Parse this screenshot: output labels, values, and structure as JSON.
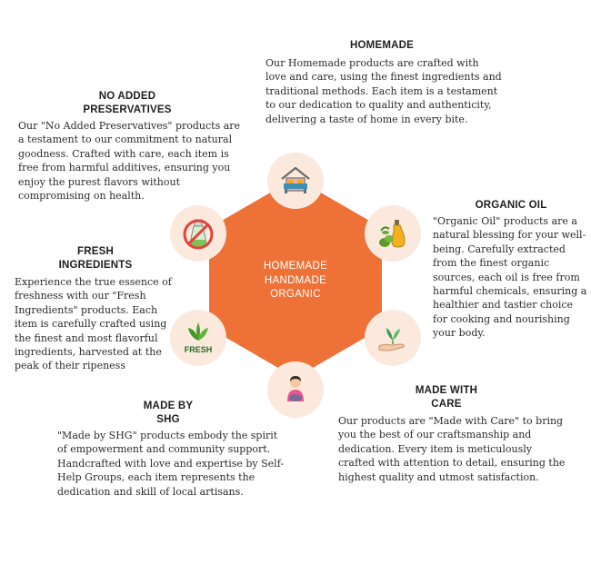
{
  "center": {
    "line1": "HOMEMADE",
    "line2": "HANDMADE",
    "line3": "ORGANIC"
  },
  "homemade": {
    "heading": "HOMEMADE",
    "text": "Our Homemade products are crafted with love and care, using the finest ingredients and traditional methods. Each item is a testament to our dedication to quality and authenticity, delivering a taste of home in every bite."
  },
  "no_preservatives": {
    "heading_line1": "NO ADDED",
    "heading_line2": "PRESERVATIVES",
    "text": "Our \"No Added Preservatives\" products are a testament to our commitment to natural goodness. Crafted with care, each item is free from harmful additives, ensuring you enjoy the purest flavors without compromising on health."
  },
  "organic_oil": {
    "heading": "ORGANIC OIL",
    "text": "\"Organic Oil\" products are a natural blessing for your well-being. Carefully extracted from the finest organic sources, each oil is free from harmful chemicals, ensuring a healthier and tastier choice for cooking and nourishing your body."
  },
  "fresh": {
    "heading_line1": "FRESH",
    "heading_line2": "INGREDIENTS",
    "text": "Experience the true essence of freshness with our \"Fresh Ingredients\" products. Each item is carefully crafted using the finest and most flavorful ingredients, harvested at the peak of their ripeness",
    "icon_label": "FRESH"
  },
  "made_by_shg": {
    "heading_line1": "MADE BY",
    "heading_line2": "SHG",
    "text": "\"Made by SHG\" products embody the spirit of empowerment and community support. Handcrafted with love and expertise by Self-Help Groups, each item represents the dedication and skill of local artisans."
  },
  "made_with_care": {
    "heading_line1": "MADE WITH",
    "heading_line2": "CARE",
    "text": "Our products are \"Made with Care\" to bring you the best of our craftsmanship and dedication. Every item is meticulously crafted with attention to detail, ensuring the highest quality and utmost satisfaction."
  },
  "colors": {
    "hexagon": "#ee7138",
    "icon_circle": "#fbe9de",
    "leaf_green": "#4fa02c",
    "oil_yellow": "#f2b01e"
  }
}
